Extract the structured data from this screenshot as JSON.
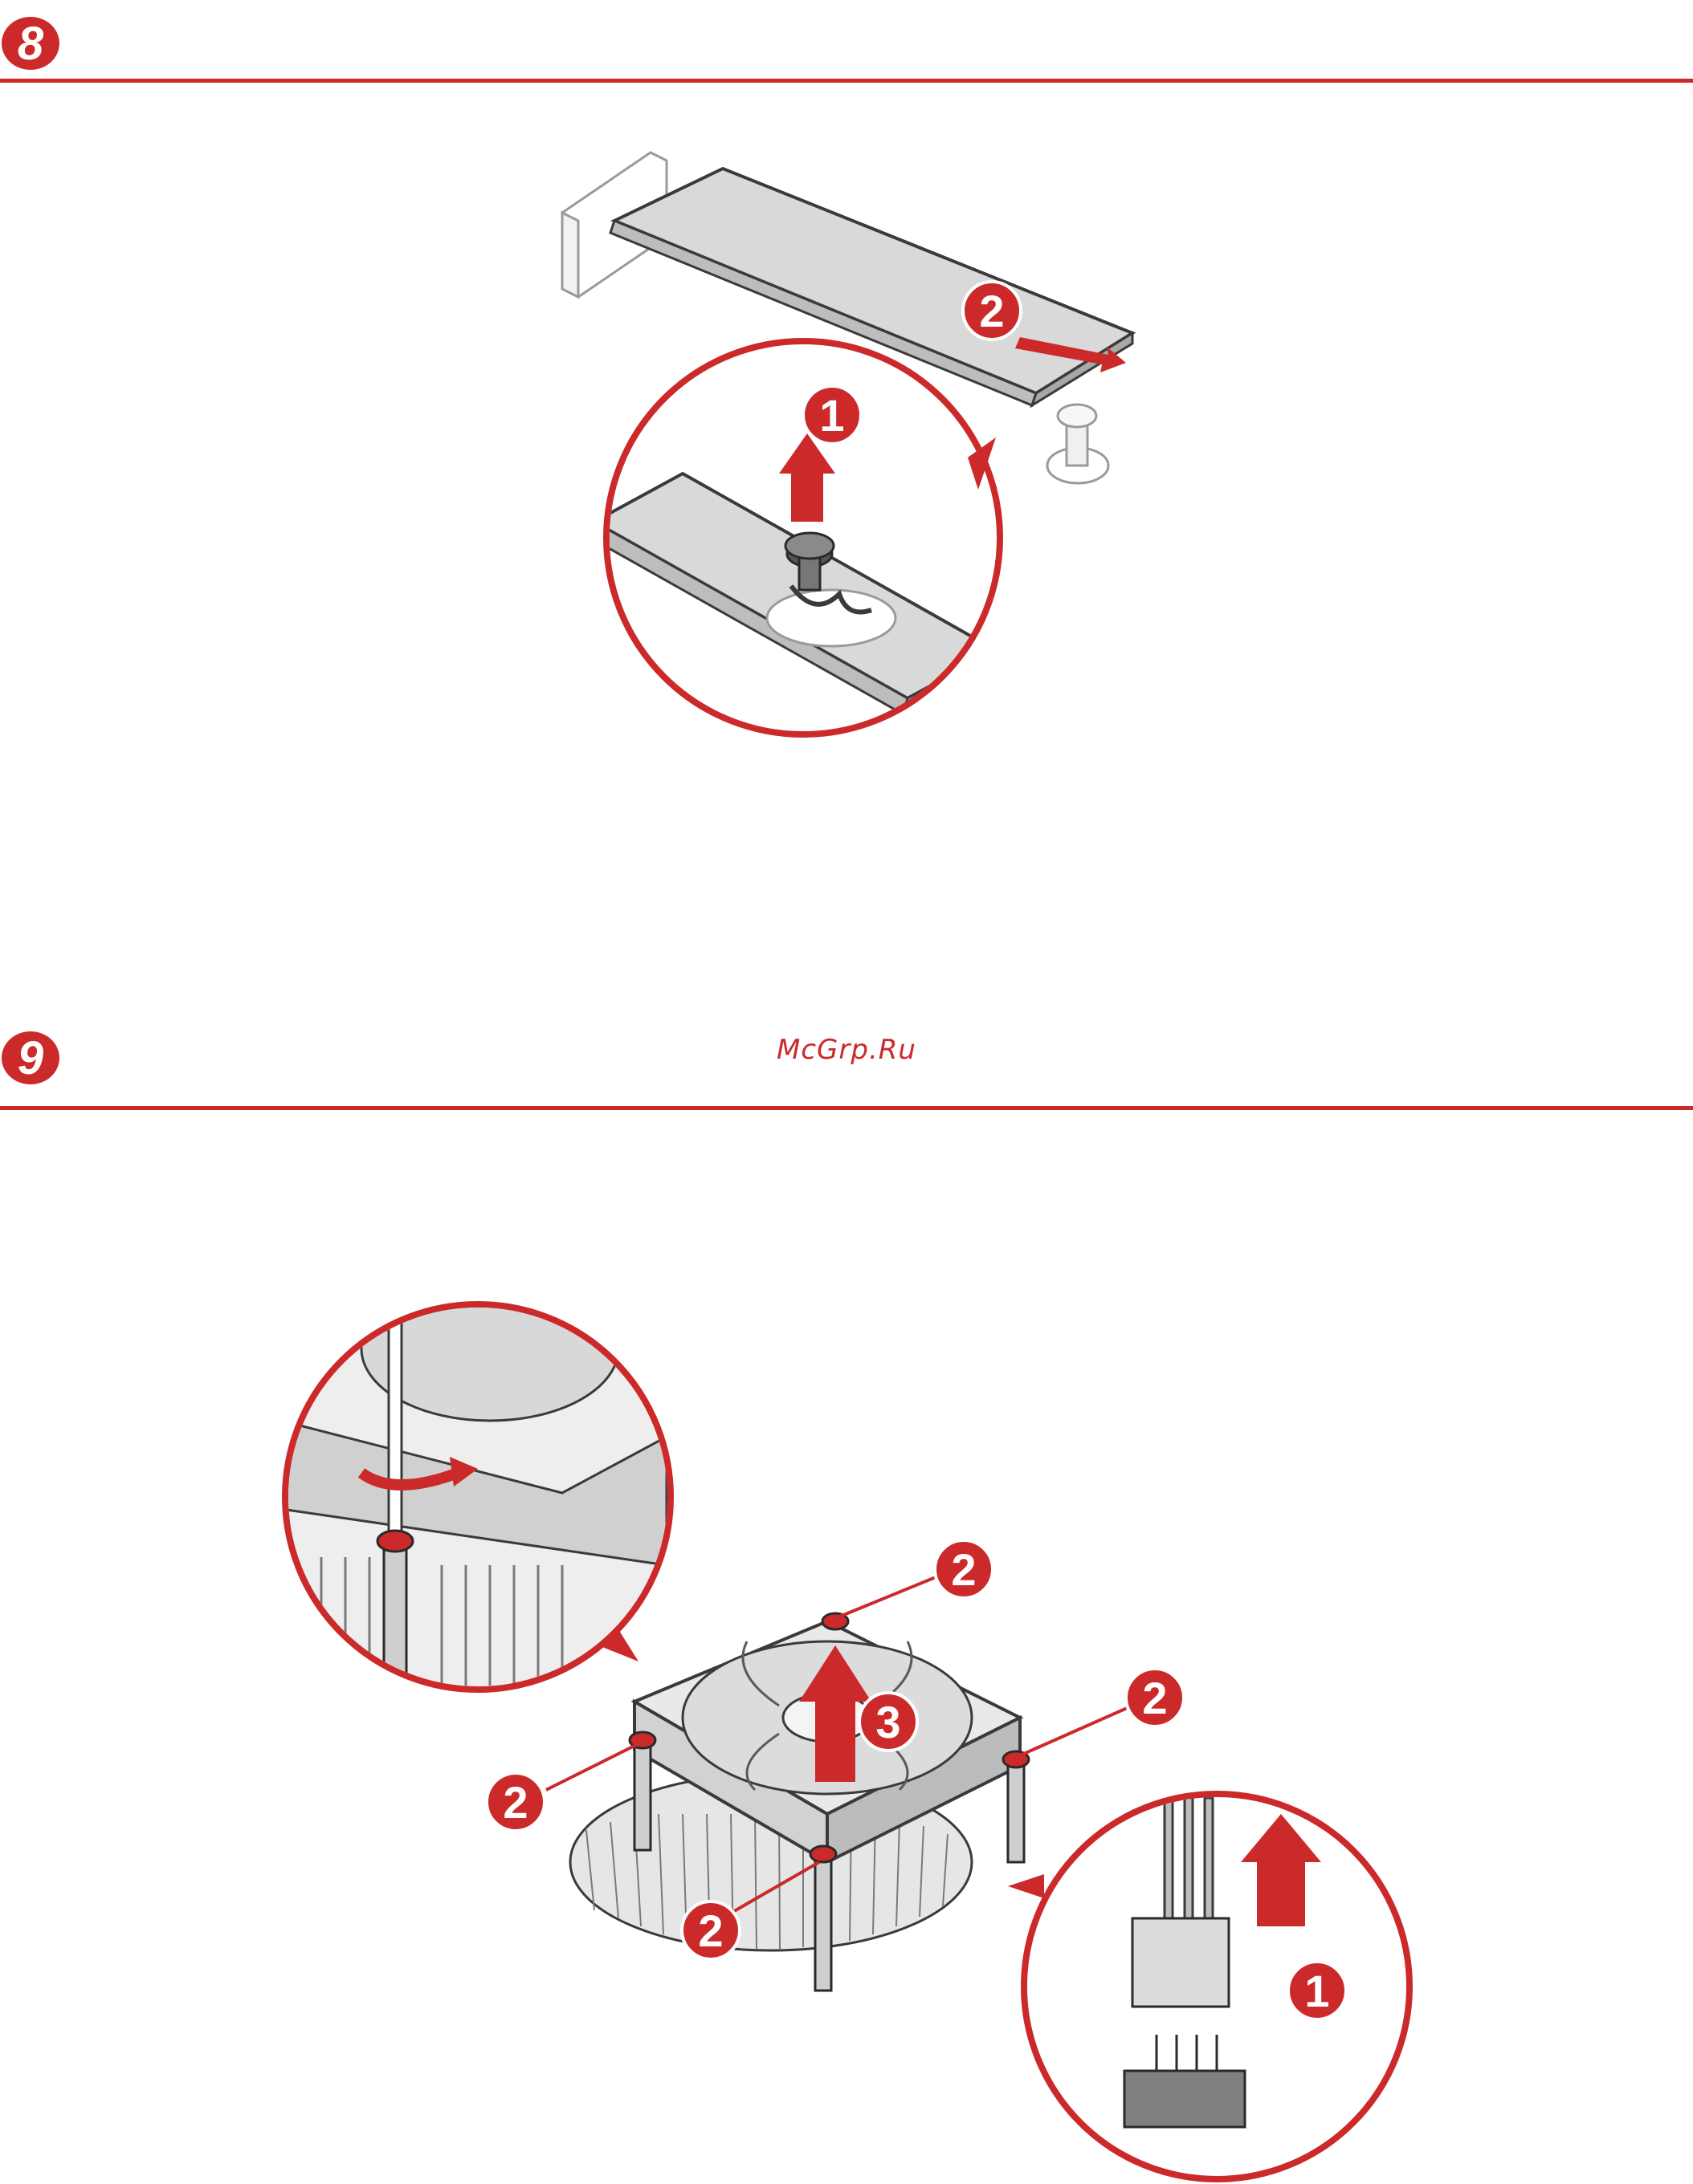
{
  "steps": [
    {
      "number": "8"
    },
    {
      "number": "9"
    }
  ],
  "watermark": "McGrp.Ru",
  "step8": {
    "callouts": [
      "1",
      "2"
    ]
  },
  "step9": {
    "callouts": [
      "2",
      "2",
      "2",
      "2",
      "3",
      "1"
    ]
  },
  "colors": {
    "accent": "#cc2a2a",
    "part_gray": "#d9d9d9",
    "outline": "#3a3a3a"
  }
}
